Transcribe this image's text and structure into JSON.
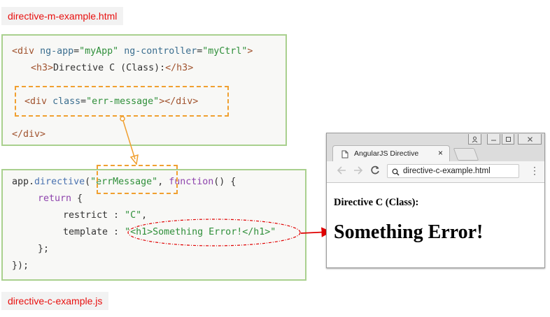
{
  "labels": {
    "html_file": "directive-m-example.html",
    "js_file": "directive-c-example.js"
  },
  "html_code": {
    "line1": {
      "open": "<",
      "tag": "div",
      "a1": "ng-app",
      "eq1": "=",
      "v1": "\"myApp\"",
      "a2": "ng-controller",
      "eq2": "=",
      "v2": "\"myCtrl\"",
      "close": ">"
    },
    "line2": {
      "open": "<",
      "tag": "h3",
      "close": ">",
      "text": "Directive C (Class):",
      "etag_open": "</",
      "etag": "h3",
      "etag_close": ">"
    },
    "line3": {
      "open": "<",
      "tag": "div",
      "attr": "class",
      "eq": "=",
      "val": "\"err-message\"",
      "close": ">",
      "etag_open": "</",
      "etag": "div",
      "etag_close": ">"
    },
    "line4": {
      "etag_open": "</",
      "etag": "div",
      "etag_close": ">"
    }
  },
  "js_code": {
    "line1": {
      "app": "app",
      "dot": ".",
      "method": "directive",
      "paren": "(",
      "name": "\"errMessage\"",
      "comma": ", ",
      "fn": "function",
      "rest": "() {"
    },
    "line2": {
      "kw": "return",
      "rest": " {"
    },
    "line3": {
      "key": "restrict",
      "sep": " : ",
      "val": "\"C\"",
      "comma": ","
    },
    "line4": {
      "key": "template",
      "sep": " : ",
      "q1": "\"",
      "tmpl": "<h1>Something Error!</h1>",
      "q2": "\""
    },
    "line5": {
      "text": "};"
    },
    "line6": {
      "text": "});"
    }
  },
  "browser": {
    "tab_title": "AngularJS Directive",
    "tab_close": "×",
    "url": "directive-c-example.html",
    "heading": "Directive C (Class):",
    "output": "Something Error!"
  },
  "colors": {
    "label_text": "#e8100f",
    "box_border": "#a9d08e",
    "dash_orange": "#f0a030",
    "arrow_red": "#e00000"
  }
}
